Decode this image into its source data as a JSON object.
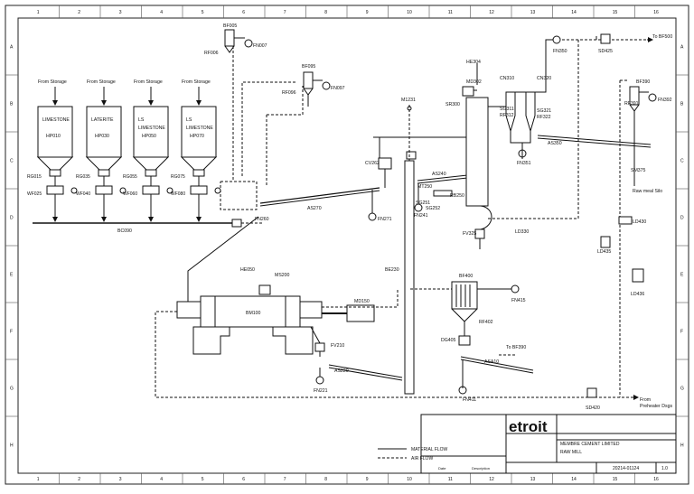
{
  "border": {
    "cols": [
      "1",
      "2",
      "3",
      "4",
      "5",
      "6",
      "7",
      "8",
      "9",
      "10",
      "11",
      "12",
      "13",
      "14",
      "15",
      "16"
    ],
    "rows": [
      "A",
      "B",
      "C",
      "D",
      "E",
      "F",
      "G",
      "H"
    ]
  },
  "silos": [
    {
      "from": "From Storage",
      "line1": "LIMESTONE",
      "line2": "",
      "tag": "HP010",
      "valve": "RG015",
      "feeder": "WF025"
    },
    {
      "from": "From Storage",
      "line1": "LATERITE",
      "line2": "",
      "tag": "HP030",
      "valve": "RG035",
      "feeder": "WF040"
    },
    {
      "from": "From Storage",
      "line1": "LS",
      "line2": "LIMESTONE",
      "tag": "HP050",
      "valve": "RG055",
      "feeder": "WF060"
    },
    {
      "from": "From Storage",
      "line1": "LS",
      "line2": "LIMESTONE",
      "tag": "HP070",
      "valve": "RG075",
      "feeder": "WF080"
    }
  ],
  "labels": {
    "bc090": "BC090",
    "bf005": "BF005",
    "rf006": "RF006",
    "fn007": "FN007",
    "bf095": "BF095",
    "rf096": "RF096",
    "fn097": "FN097",
    "fn260": "FN260",
    "as270": "AS270",
    "fn271": "FN271",
    "cv262": "CV262",
    "m1231": "M1231",
    "as240": "AS240",
    "fn241": "FN241",
    "mt250": "MT250",
    "rb250": "RB250",
    "sg251": "SG251",
    "sg252": "SG252",
    "he304": "HE304",
    "md302": "MD302",
    "sr300": "SR300",
    "fv325": "FV325",
    "ld330": "LD330",
    "cn310": "CN310",
    "cn320": "CN320",
    "sg311": "SG311",
    "rf312": "RF312",
    "sg321": "SG321",
    "rf322": "RF322",
    "fn351": "FN351",
    "as350": "AS350",
    "fn350": "FN350",
    "sd425": "SD425",
    "to_bf500": "To BF500",
    "bf390": "BF390",
    "rf391": "RF391",
    "fn392": "FN392",
    "sm375": "SM375",
    "raw_meal": "Raw meal Silo",
    "ld430": "LD430",
    "ld435": "LD435",
    "ld436": "LD436",
    "be230": "BE230",
    "he050": "HE050",
    "ms200": "MS200",
    "bm100": "BM100",
    "md150": "MD150",
    "fv210": "FV210",
    "as220": "AS220",
    "fn221": "FN221",
    "bf400": "BF400",
    "fn415": "FN415",
    "rf402": "RF402",
    "dg405": "DG405",
    "to_bf390": "To BF390",
    "asa10": "ASA10",
    "fn411": "FN411",
    "sd420": "SD420",
    "from_precal": "From",
    "from_precal2": "Preheater Dsgs"
  },
  "legend": {
    "material": "MATERIAL FLOW",
    "air": "AIR FLOW"
  },
  "title_block": {
    "brand": "etroit",
    "line1": "MEMBRE CEMENT LIMITED",
    "line2": "RAW MILL",
    "drawing_no": "20214-01124",
    "rev": "1.0",
    "date_label": "Date",
    "desc_label": "Description"
  }
}
